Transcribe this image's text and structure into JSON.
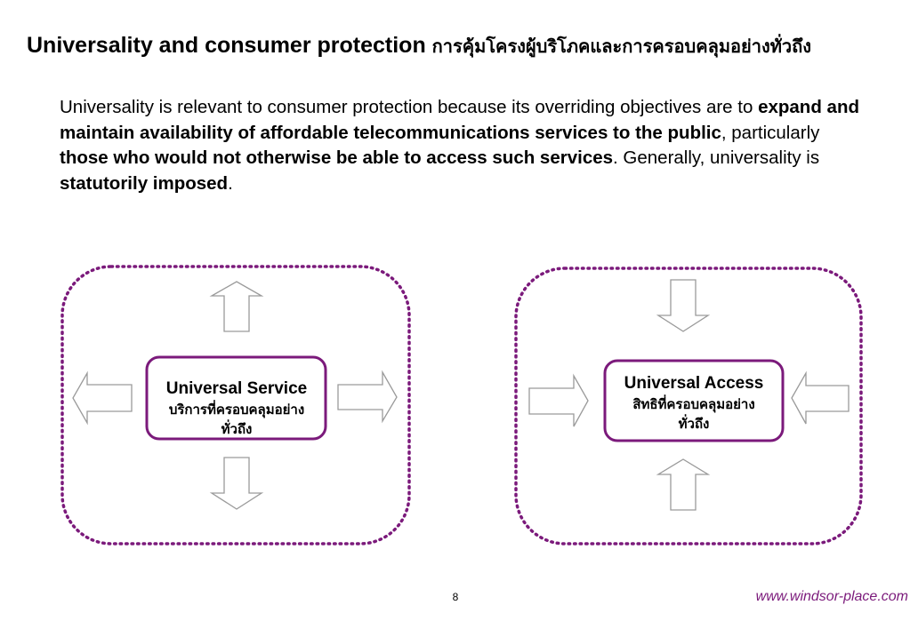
{
  "title": {
    "english": "Universality and consumer protection",
    "thai": "การคุ้มโครงผู้บริโภคและการครอบคลุมอย่างทั่วถึง"
  },
  "paragraph": {
    "p1": "Universality is relevant to consumer protection because its overriding objectives are to ",
    "b1": "expand and maintain availability of affordable telecommunications services to the public",
    "p2": ", particularly ",
    "b2": "those who would not otherwise be able to access such services",
    "p3": ". Generally, universality is ",
    "b3": "statutorily imposed",
    "p4": "."
  },
  "diagrams": {
    "service": {
      "label_en": "Universal Service",
      "label_th_line1": "บริการที่ครอบคลุมอย่าง",
      "label_th_line2": "ทั่วถึง",
      "arrow_direction": "outward"
    },
    "access": {
      "label_en": "Universal Access",
      "label_th_line1": "สิทธิที่ครอบคลุมอย่าง",
      "label_th_line2": "ทั่วถึง",
      "arrow_direction": "inward"
    }
  },
  "colors": {
    "accent": "#7b1a7b",
    "arrow_stroke": "#9a9a9a"
  },
  "footer": {
    "page_number": "8",
    "website": "www.windsor-place.com"
  }
}
